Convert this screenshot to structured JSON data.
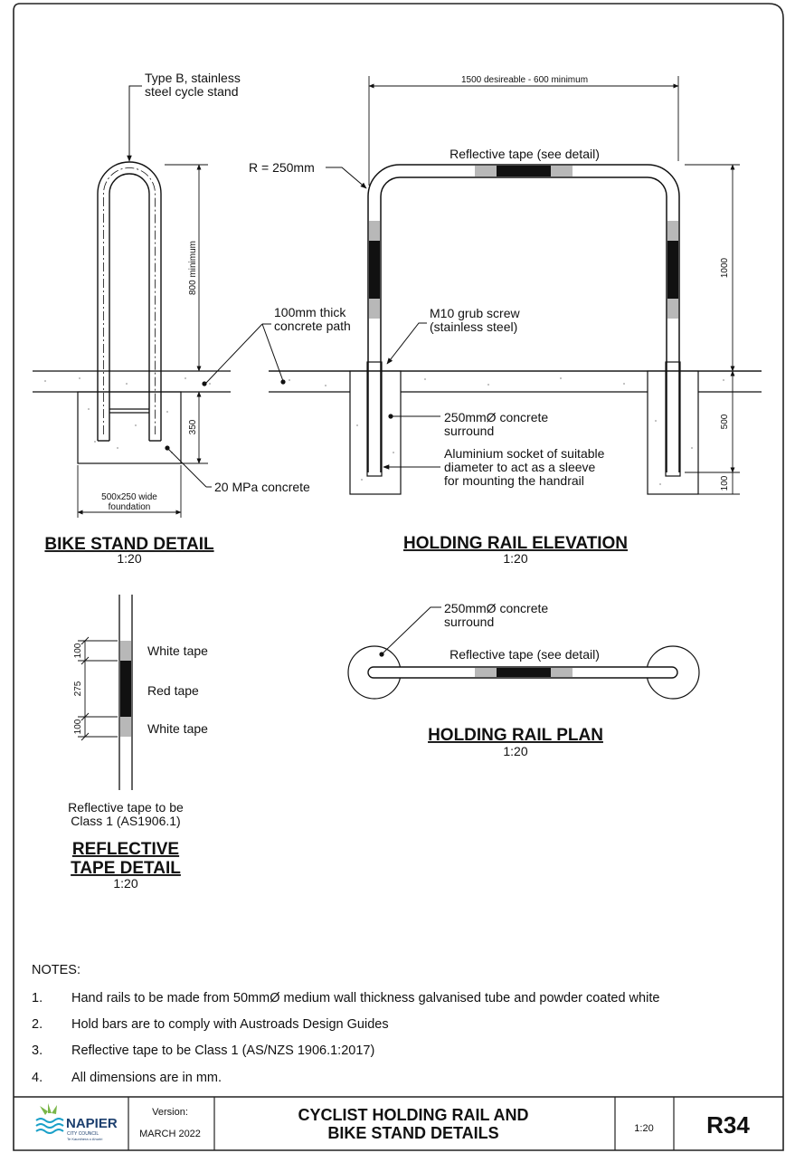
{
  "bike_stand": {
    "callout_stand_line1": "Type B, stainless",
    "callout_stand_line2": "steel cycle stand",
    "dim_height": "800 minimum",
    "dim_depth": "350",
    "dim_foundation_line1": "500x250 wide",
    "dim_foundation_line2": "foundation",
    "callout_path_line1": "100mm thick",
    "callout_path_line2": "concrete path",
    "callout_concrete": "20 MPa concrete",
    "title": "BIKE STAND DETAIL",
    "scale": "1:20"
  },
  "rail_elevation": {
    "dim_span": "1500 desireable - 600 minimum",
    "callout_tape": "Reflective tape (see detail)",
    "callout_radius": "R = 250mm",
    "callout_screw_line1": "M10 grub screw",
    "callout_screw_line2": "(stainless steel)",
    "callout_surround_line1": "250mmØ concrete",
    "callout_surround_line2": "surround",
    "callout_socket_line1": "Aluminium socket of suitable",
    "callout_socket_line2": "diameter to act as a sleeve",
    "callout_socket_line3": "for mounting the handrail",
    "dim_height": "1000",
    "dim_embed": "500",
    "dim_base": "100",
    "title": "HOLDING RAIL ELEVATION",
    "scale": "1:20"
  },
  "rail_plan": {
    "callout_surround_line1": "250mmØ concrete",
    "callout_surround_line2": "surround",
    "callout_tape": "Reflective tape (see detail)",
    "title": "HOLDING RAIL PLAN",
    "scale": "1:20"
  },
  "tape_detail": {
    "dim_white_top": "100",
    "dim_red": "275",
    "dim_white_bottom": "100",
    "label_white_top": "White tape",
    "label_red": "Red tape",
    "label_white_bottom": "White tape",
    "note_line1": "Reflective tape to be",
    "note_line2": "Class 1 (AS1906.1)",
    "title_line1": "REFLECTIVE",
    "title_line2": "TAPE DETAIL",
    "scale": "1:20"
  },
  "notes": {
    "heading": "NOTES:",
    "items": [
      {
        "num": "1.",
        "text": "Hand rails to be made from 50mmØ medium wall thickness galvanised tube and powder coated white"
      },
      {
        "num": "2.",
        "text": "Hold bars are to comply with Austroads Design Guides"
      },
      {
        "num": "3.",
        "text": "Reflective tape to be Class 1 (AS/NZS 1906.1:2017)"
      },
      {
        "num": "4.",
        "text": "All dimensions are in mm."
      }
    ]
  },
  "title_block": {
    "logo_name": "NAPIER",
    "logo_sub": "CITY COUNCIL",
    "logo_tagline": "Te Kaunihera o Ahuriri",
    "version_label": "Version:",
    "version_value": "MARCH 2022",
    "title_line1": "CYCLIST HOLDING RAIL AND",
    "title_line2": "BIKE STAND DETAILS",
    "scale": "1:20",
    "sheet_number": "R34"
  },
  "colors": {
    "line": "#111111",
    "tape_white": "#b8b8b8",
    "tape_red": "#111111",
    "logo_green": "#7ab648",
    "logo_blue": "#1aa0c8",
    "logo_navy": "#1c3f6e"
  }
}
